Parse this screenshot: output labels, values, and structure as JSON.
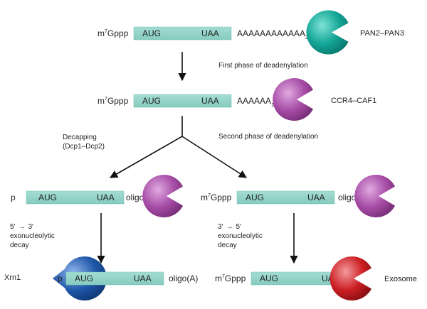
{
  "colors": {
    "mrna": "#8fd3c7",
    "mrna_stroke": "#6fbfb2",
    "pan": "#12a596",
    "ccr4": "#a64ca6",
    "xrn1": "#1f57a8",
    "exosome": "#cc1f24",
    "arrow": "#111111"
  },
  "row1": {
    "cap_base": "m",
    "cap_sup": "7",
    "cap_rest": "Gppp",
    "start_codon": "AUG",
    "stop_codon": "UAA",
    "tail_base": "AAAAAAAAAAAA",
    "tail_sub": "200",
    "enzyme": "PAN2–PAN3",
    "enzyme_icon": "pacman-icon"
  },
  "step1": {
    "label": "First phase of deadenylation"
  },
  "row2": {
    "cap_base": "m",
    "cap_sup": "7",
    "cap_rest": "Gppp",
    "start_codon": "AUG",
    "stop_codon": "UAA",
    "tail_base": "AAAAAA",
    "tail_sub": "110",
    "enzyme": "CCR4–CAF1",
    "enzyme_icon": "pacman-icon"
  },
  "branch": {
    "left_label_line1": "Decapping",
    "left_label_line2": "(Dcp1–Dcp2)",
    "right_label": "Second phase of deadenylation"
  },
  "left3": {
    "cap": "p",
    "start_codon": "AUG",
    "stop_codon": "UAA",
    "tail": "oligo(A)"
  },
  "right3": {
    "cap_base": "m",
    "cap_sup": "7",
    "cap_rest": "Gppp",
    "start_codon": "AUG",
    "stop_codon": "UAA",
    "tail": "oligo(A)"
  },
  "left_step": {
    "dir_from": "5′",
    "dir_to": "3′",
    "line2": "exonucleolytic",
    "line3": "decay"
  },
  "right_step": {
    "dir_from": "3′",
    "dir_to": "5′",
    "line2": "exonucleolytic",
    "line3": "decay"
  },
  "left4": {
    "enzyme": "Xrn1",
    "cap": "p",
    "start_codon": "AUG",
    "stop_codon": "UAA",
    "tail": "oligo(A)"
  },
  "right4": {
    "cap_base": "m",
    "cap_sup": "7",
    "cap_rest": "Gppp",
    "start_codon": "AUG",
    "stop_codon": "UAA",
    "enzyme": "Exosome"
  }
}
